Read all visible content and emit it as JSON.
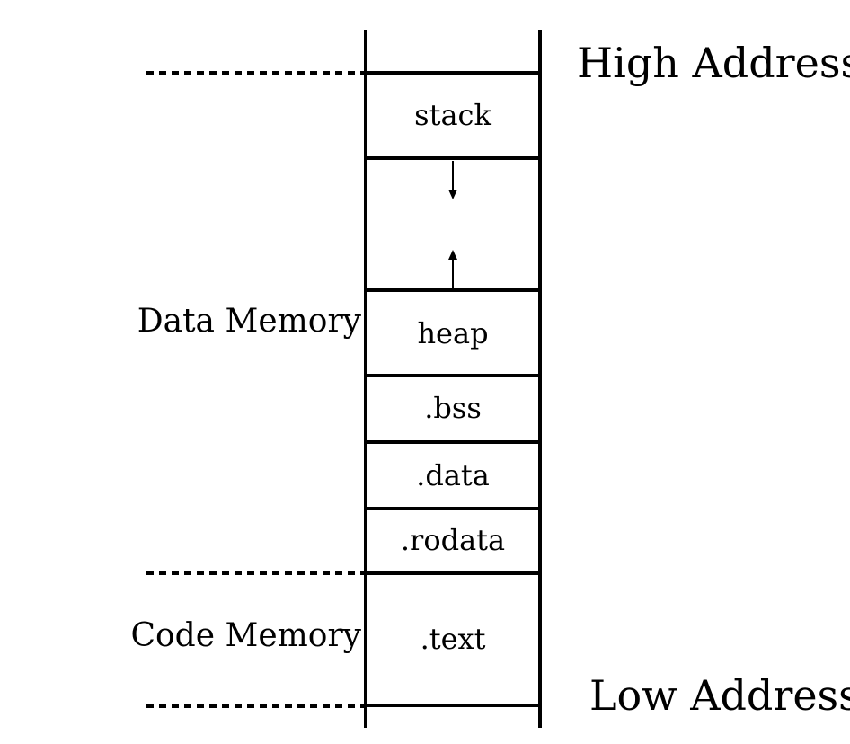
{
  "colors": {
    "background": "#ffffff",
    "line": "#000000",
    "text": "#000000"
  },
  "address_labels": {
    "high": "High Address",
    "low": "Low Address"
  },
  "region_labels": {
    "data": "Data Memory",
    "code": "Code Memory"
  },
  "segments": [
    {
      "id": "stack",
      "label": "stack"
    },
    {
      "id": "heap",
      "label": "heap"
    },
    {
      "id": "bss",
      "label": ".bss"
    },
    {
      "id": "data",
      "label": ".data"
    },
    {
      "id": "rodata",
      "label": ".rodata"
    },
    {
      "id": "text",
      "label": ".text"
    }
  ],
  "growth_arrows": [
    {
      "id": "stack-growth",
      "direction": "down"
    },
    {
      "id": "heap-growth",
      "direction": "up"
    }
  ]
}
